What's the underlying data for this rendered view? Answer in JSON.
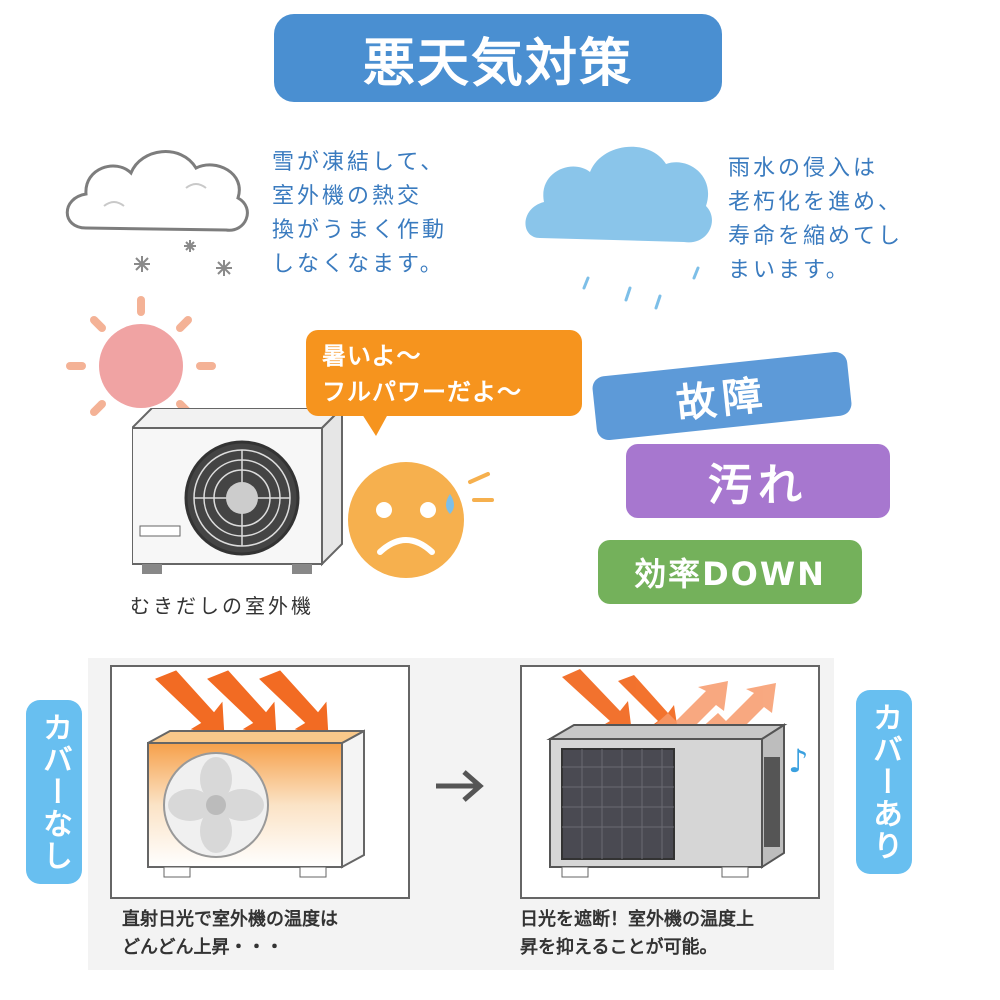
{
  "title": "悪天気対策",
  "snow_text": "雪が凍結して、\n室外機の熱交\n換がうまく作動\nしなくなます。",
  "rain_text": "雨水の侵入は\n老朽化を進め、\n寿命を縮めてし\nまいます。",
  "bubble_text": "暑いよ～\nフルパワーだよ～",
  "tags": {
    "failure": "故障",
    "dirt": "汚れ",
    "efficiency": "効率DOWN"
  },
  "outdoor_caption": "むきだしの室外機",
  "label_without_cover": "カバーなし",
  "label_with_cover": "カバーあり",
  "caption_without": "直射日光で室外機の温度は\nどんどん上昇・・・",
  "caption_with": "日光を遮断！室外機の温度上\n昇を抑えることが可能。",
  "colors": {
    "title_bg": "#4a8fd1",
    "bubble": "#f6941e",
    "tag_blue": "#5d9ad8",
    "tag_purple": "#a777cf",
    "tag_green": "#74b15b",
    "side_label": "#68bff0",
    "sun": "#f0a3a3",
    "sun_rays": "#f4b296"
  }
}
